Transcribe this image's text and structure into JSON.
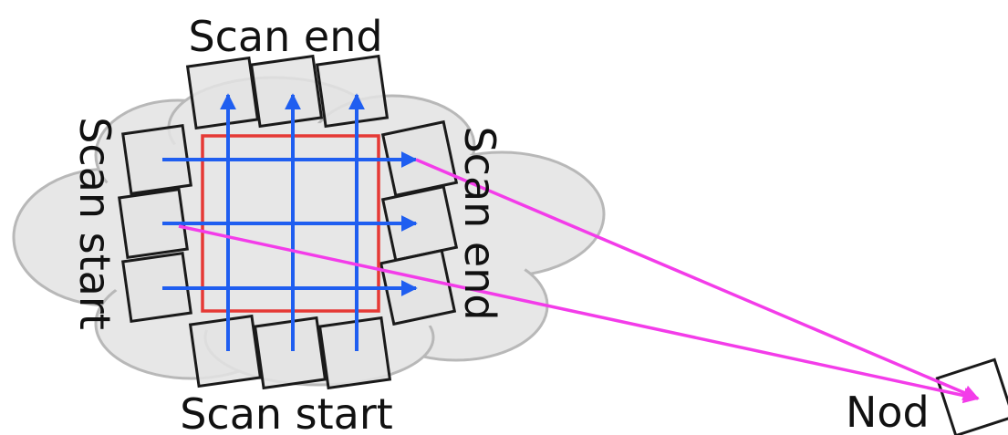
{
  "labels": {
    "scan_end_top": "Scan end",
    "scan_start_left": "Scan start",
    "scan_end_right": "Scan end",
    "scan_start_bottom": "Scan start",
    "node": "Nod"
  },
  "colors": {
    "scan_lines": "#1f5ef0",
    "scan_region": "#e53935",
    "beam": "#f33ce9",
    "cloud_fill": "#e7e7e7",
    "tile_stroke": "#1a1a1a"
  }
}
